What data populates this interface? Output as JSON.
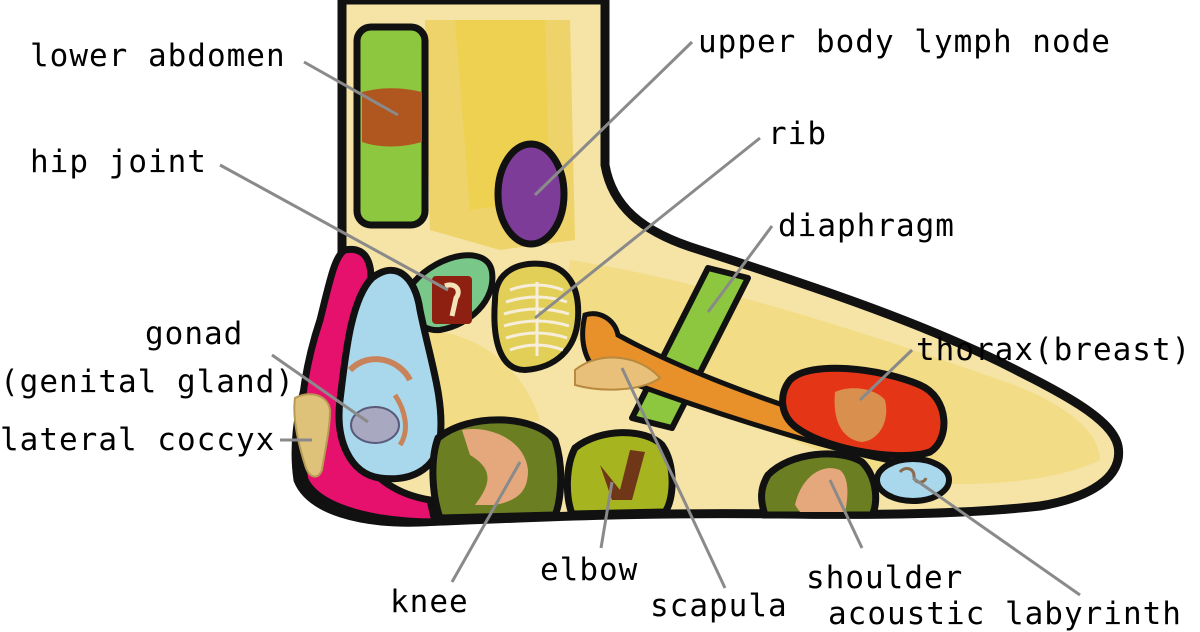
{
  "labels": {
    "lower_abdomen": "lower abdomen",
    "upper_body_lymph_node": "upper body lymph node",
    "hip_joint": "hip joint",
    "rib": "rib",
    "diaphragm": "diaphragm",
    "gonad": "gonad",
    "genital_gland": "(genital gland)",
    "thorax_breast": "thorax(breast)",
    "lateral_coccyx": "lateral coccyx",
    "knee": "knee",
    "elbow": "elbow",
    "scapula": "scapula",
    "shoulder": "shoulder",
    "acoustic_labyrinth": "acoustic labyrinth"
  },
  "colors": {
    "outline": "#111111",
    "foot_skin": "#f6e3a6",
    "bone_yellow": "#e8c63a",
    "green_zone": "#8dc63f",
    "olive_zone": "#7a8a1e",
    "purple_zone": "#7d3c98",
    "pink_zone": "#e6116c",
    "light_blue_zone": "#a9d8ec",
    "red_zone": "#e53517",
    "orange_bone": "#e8902a",
    "leader_line": "#8a8a8a"
  }
}
